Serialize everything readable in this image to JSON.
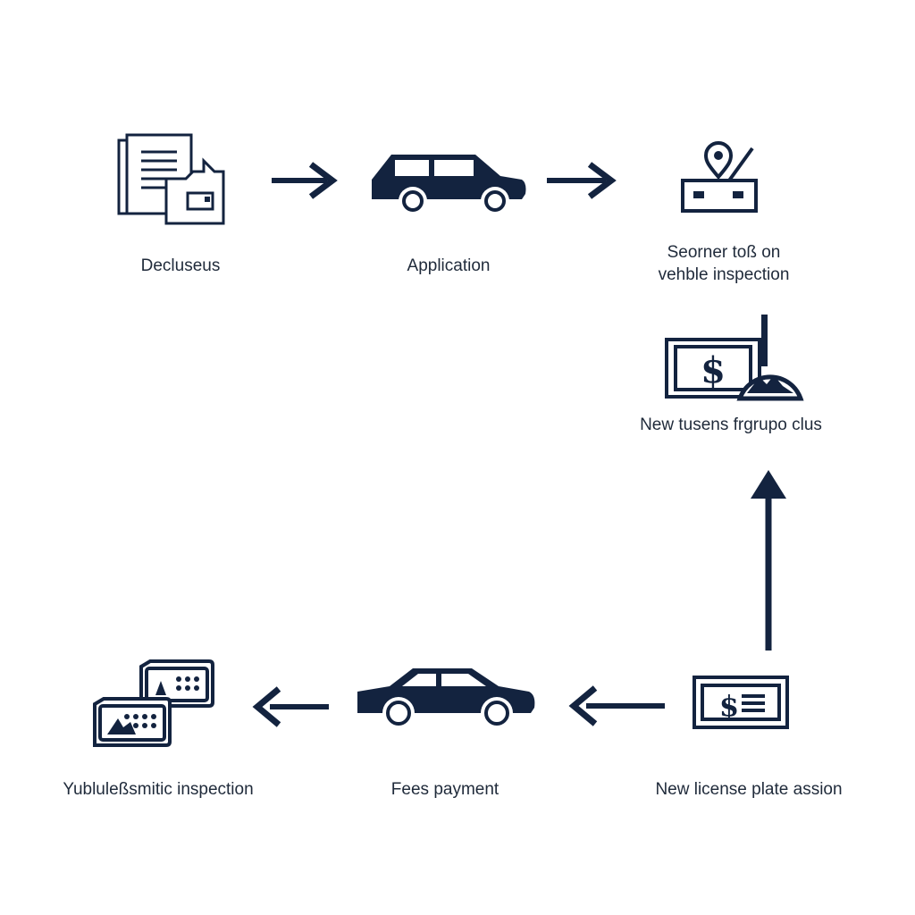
{
  "colors": {
    "ink": "#13233f",
    "text": "#1f2a3a",
    "background": "#ffffff"
  },
  "steps": [
    {
      "label": "Decluseus",
      "icon": "documents-icon"
    },
    {
      "label": "Application",
      "icon": "wagon-car-icon"
    },
    {
      "label_lines": [
        "Seorner toß on",
        "vehble inspection"
      ],
      "icon": "location-pin-plate-icon"
    },
    {
      "label": "New tusens frgrupo clus",
      "icon": "money-gauge-icon"
    },
    {
      "label": "New license plate assion",
      "icon": "dollar-plate-icon"
    },
    {
      "label": "Fees payment",
      "icon": "sedan-car-icon"
    },
    {
      "label": "Yubluleßsmitic inspection",
      "icon": "license-plates-icon"
    }
  ]
}
